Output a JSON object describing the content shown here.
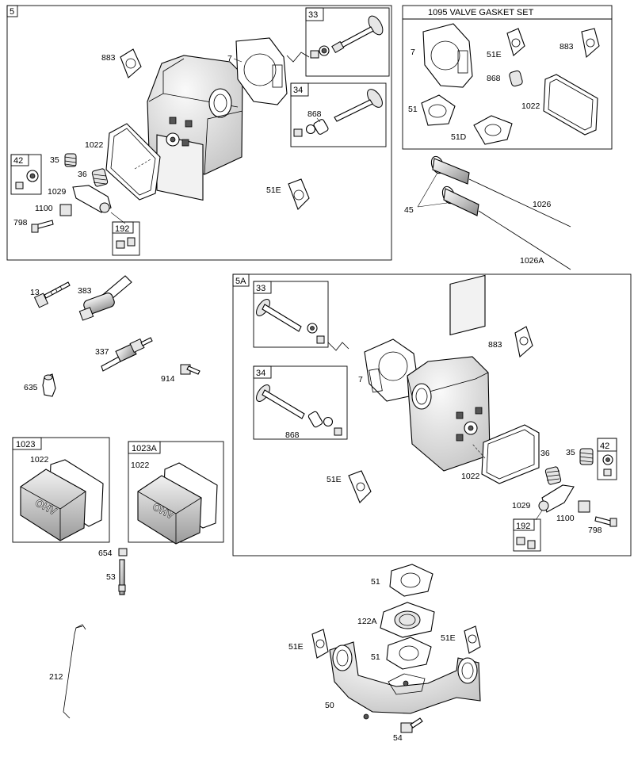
{
  "group_labels": {
    "g5": "5",
    "g5a": "5A",
    "g33a": "33",
    "g34a": "34",
    "g42a": "42",
    "g192a": "192",
    "g33b": "33",
    "g34b": "34",
    "g42b": "42",
    "g192b": "192",
    "g1023": "1023",
    "g1023a": "1023A"
  },
  "kit_title": "1095 VALVE GASKET SET",
  "cover_text": "OHV",
  "part_labels": {
    "p883a": "883",
    "p7a": "7",
    "p868a": "868",
    "p1022a": "1022",
    "p35a": "35",
    "p36a": "36",
    "p1029a": "1029",
    "p1100a": "1100",
    "p798a": "798",
    "p51Ea": "51E",
    "k7": "7",
    "k51E": "51E",
    "k883": "883",
    "k868": "868",
    "k51": "51",
    "k1022": "1022",
    "k51D": "51D",
    "p45": "45",
    "p1026": "1026",
    "p1026A": "1026A",
    "p13": "13",
    "p383": "383",
    "p337": "337",
    "p914": "914",
    "p635": "635",
    "c1022a": "1022",
    "c1022b": "1022",
    "p654": "654",
    "p53": "53",
    "p212": "212",
    "b883": "883",
    "b7": "7",
    "b868": "868",
    "b51E": "51E",
    "b1022": "1022",
    "b36": "36",
    "b35": "35",
    "b1029": "1029",
    "b1100": "1100",
    "b798": "798",
    "m51a": "51",
    "m122A": "122A",
    "m51b": "51",
    "m51Ea": "51E",
    "m51Eb": "51E",
    "m50": "50",
    "m54": "54"
  }
}
